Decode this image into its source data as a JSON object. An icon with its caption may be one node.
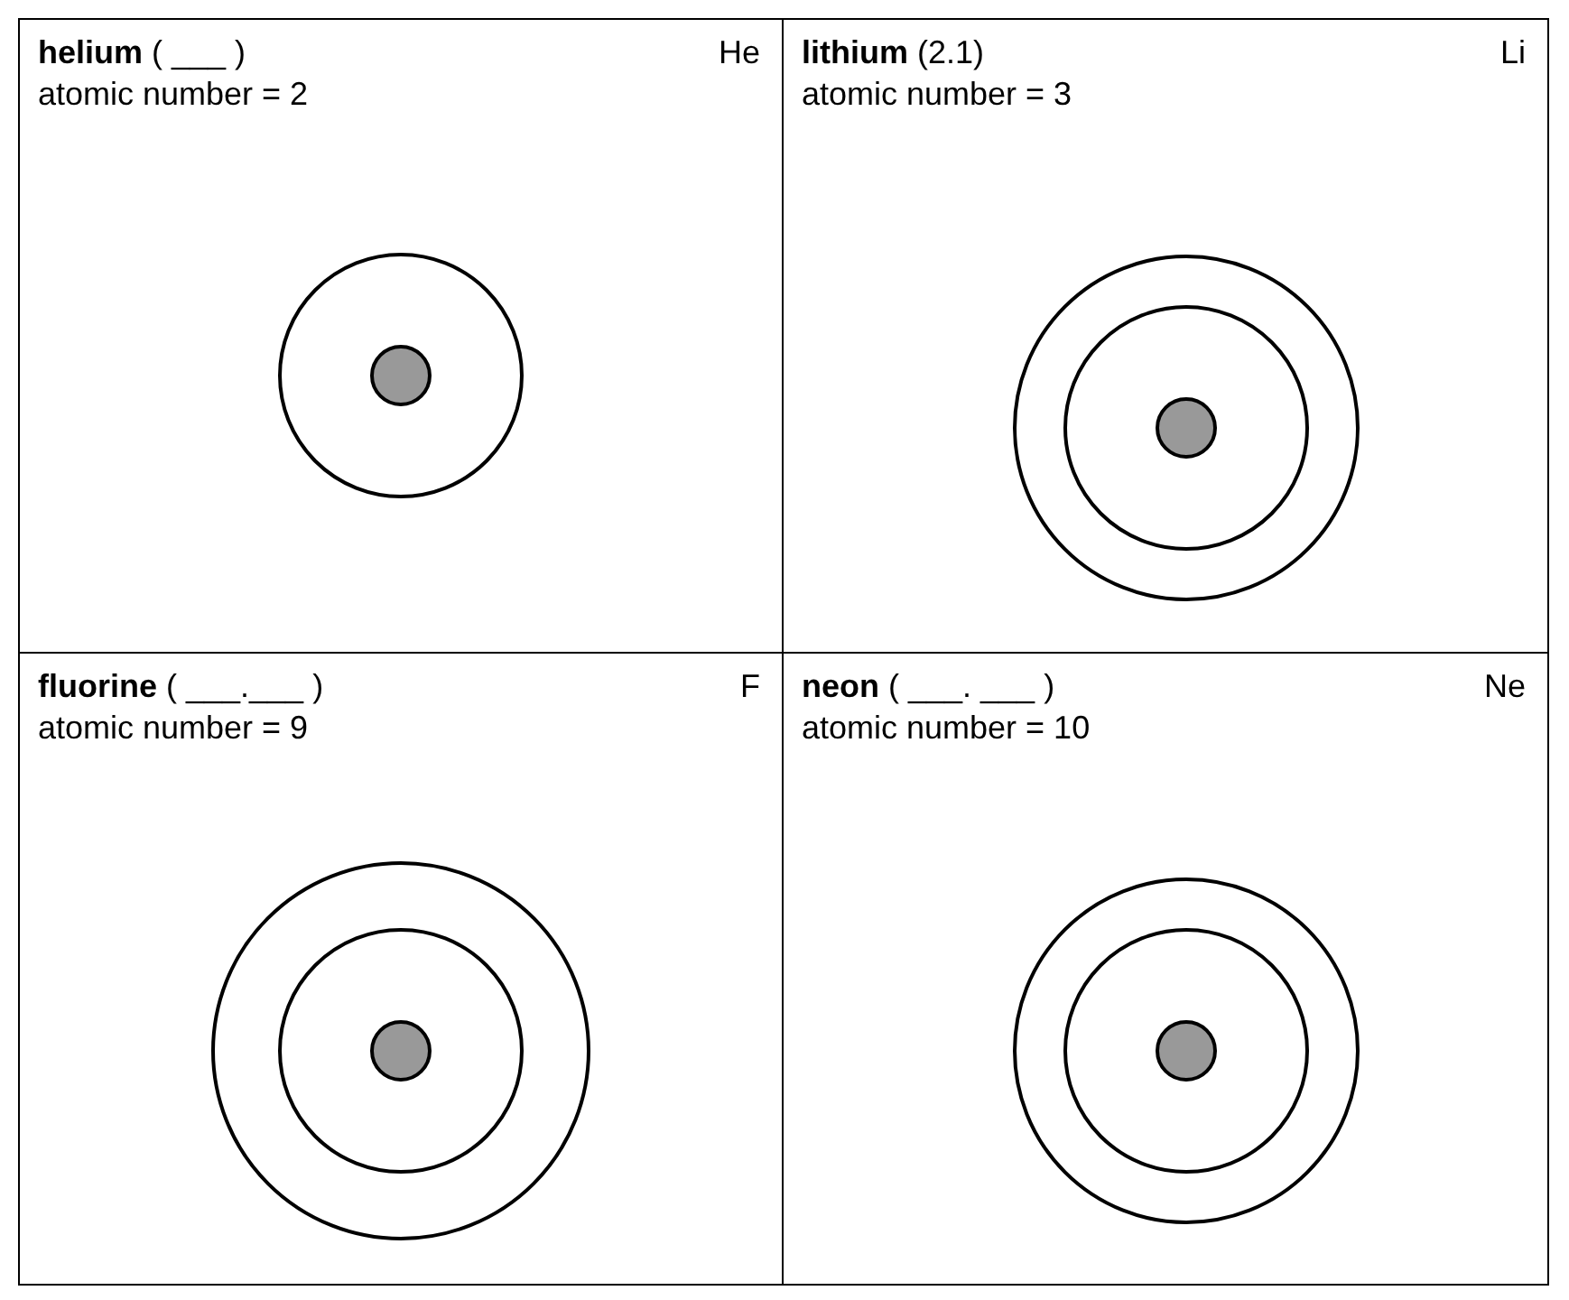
{
  "diagram": {
    "nodes": [
      {
        "text": [
          "**helium** ( ___ )",
          "atomic number = 2",
          "He"
        ]
      },
      {
        "text": [],
        "shape": "circle",
        "in": 0
      },
      {
        "text": [],
        "shape": "circle",
        "in": 1
      },
      {
        "text": [
          "**lithium** (2.1)",
          "atomic number = 3",
          "Li"
        ]
      },
      {
        "text": [],
        "shape": "circle",
        "in": 3
      },
      {
        "text": [],
        "shape": "circle",
        "in": 4
      },
      {
        "text": [],
        "shape": "circle",
        "in": 5
      },
      {
        "text": [
          "**fluorine** ( ___.___ )",
          "atomic number = 9",
          "F"
        ]
      },
      {
        "text": [],
        "shape": "circle",
        "in": 7
      },
      {
        "text": [],
        "shape": "circle",
        "in": 8
      },
      {
        "text": [],
        "shape": "circle",
        "in": 9
      },
      {
        "text": [
          "**neon** (  ___. ___ )",
          "atomic number = 10",
          "Ne"
        ]
      },
      {
        "text": [],
        "shape": "circle",
        "in": 11
      },
      {
        "text": [],
        "shape": "circle",
        "in": 12
      },
      {
        "text": [],
        "shape": "circle",
        "in": 13
      }
    ]
  }
}
